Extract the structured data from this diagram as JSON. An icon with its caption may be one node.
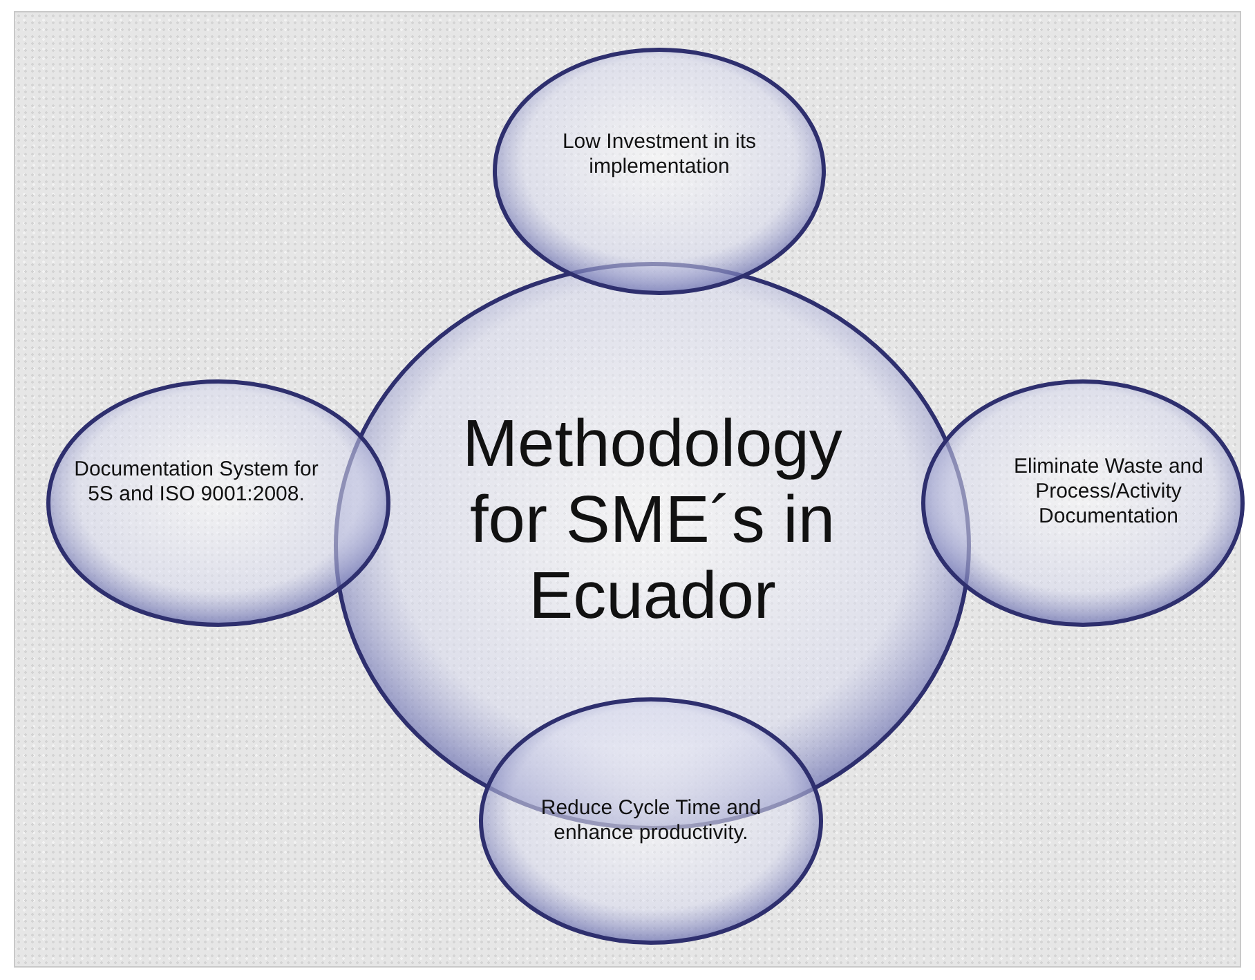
{
  "diagram": {
    "nodes": [
      {
        "text": [
          "Methodology for SME´s in Ecuador"
        ]
      },
      {
        "text": [
          "Low Investment in its implementation"
        ]
      },
      {
        "text": [
          "Documentation System for 5S and ISO 9001:2008."
        ]
      },
      {
        "text": [
          "Eliminate Waste and Process/Activity Documentation"
        ]
      },
      {
        "text": [
          "Reduce Cycle Time and enhance productivity."
        ]
      }
    ],
    "edges": []
  }
}
